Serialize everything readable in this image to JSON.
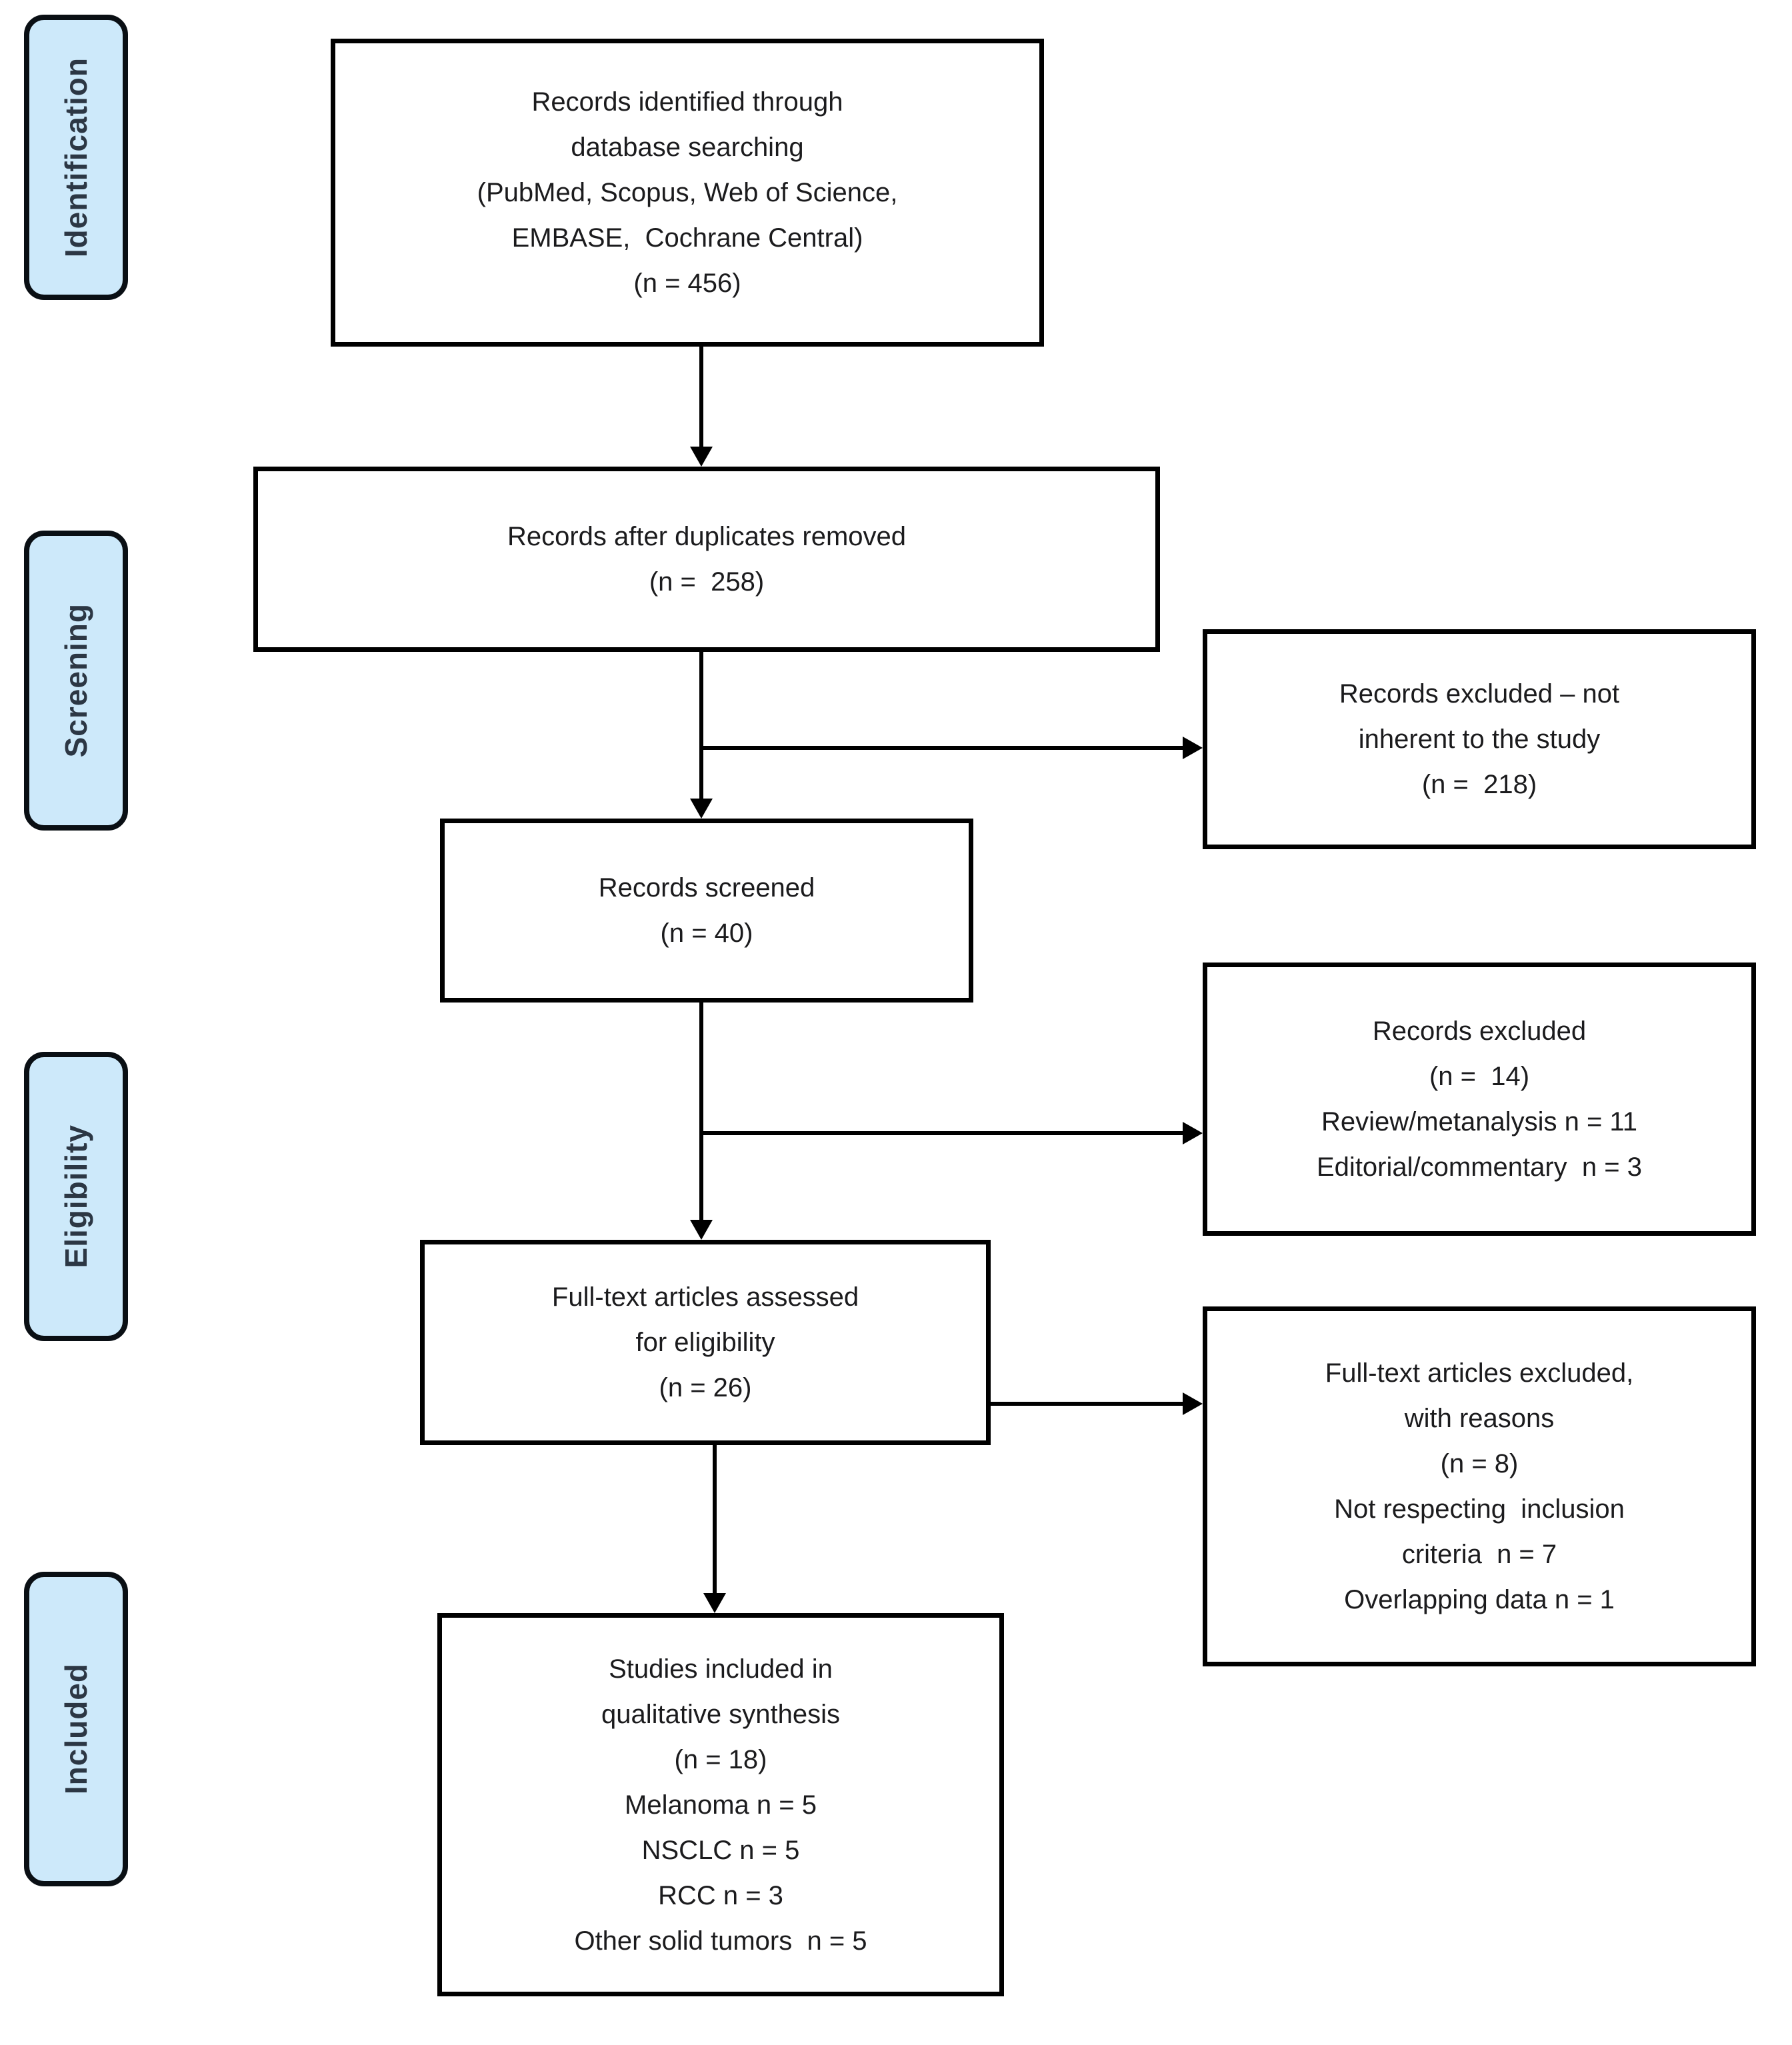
{
  "diagram": {
    "type": "prisma-flow-diagram",
    "colors": {
      "background": "#ffffff",
      "stage_fill": "#cde9fa",
      "stage_border": "#0a0f14",
      "stage_text": "#2c3744",
      "box_border": "#000000",
      "box_text": "#1b1b1d",
      "arrow": "#000000"
    },
    "stages": [
      "Identification",
      "Screening",
      "Eligibility",
      "Included"
    ],
    "boxes": {
      "identified": {
        "lines": [
          "Records identified through",
          "database searching",
          "(PubMed, Scopus, Web of Science,",
          "EMBASE,  Cochrane Central)",
          "(n = 456)"
        ]
      },
      "deduplicated": {
        "lines": [
          "Records after duplicates removed",
          "(n =  258)"
        ]
      },
      "excluded_not_inherent": {
        "lines": [
          "Records excluded – not",
          "inherent to the study",
          "(n =  218)"
        ]
      },
      "screened": {
        "lines": [
          "Records screened",
          "(n = 40)"
        ]
      },
      "excluded_screening": {
        "lines": [
          "Records excluded",
          "(n =  14)",
          "Review/metanalysis n = 11",
          "Editorial/commentary  n = 3"
        ]
      },
      "fulltext_assessed": {
        "lines": [
          "Full-text articles assessed",
          "for eligibility",
          "(n = 26)"
        ]
      },
      "fulltext_excluded": {
        "lines": [
          "Full-text articles excluded,",
          "with reasons",
          "(n = 8)",
          "Not respecting  inclusion",
          "criteria  n = 7",
          "Overlapping data n = 1"
        ]
      },
      "included_studies": {
        "lines": [
          "Studies included in",
          "qualitative synthesis",
          "(n = 18)",
          "Melanoma n = 5",
          "NSCLC n = 5",
          "RCC n = 3",
          "Other solid tumors  n = 5"
        ]
      }
    }
  }
}
